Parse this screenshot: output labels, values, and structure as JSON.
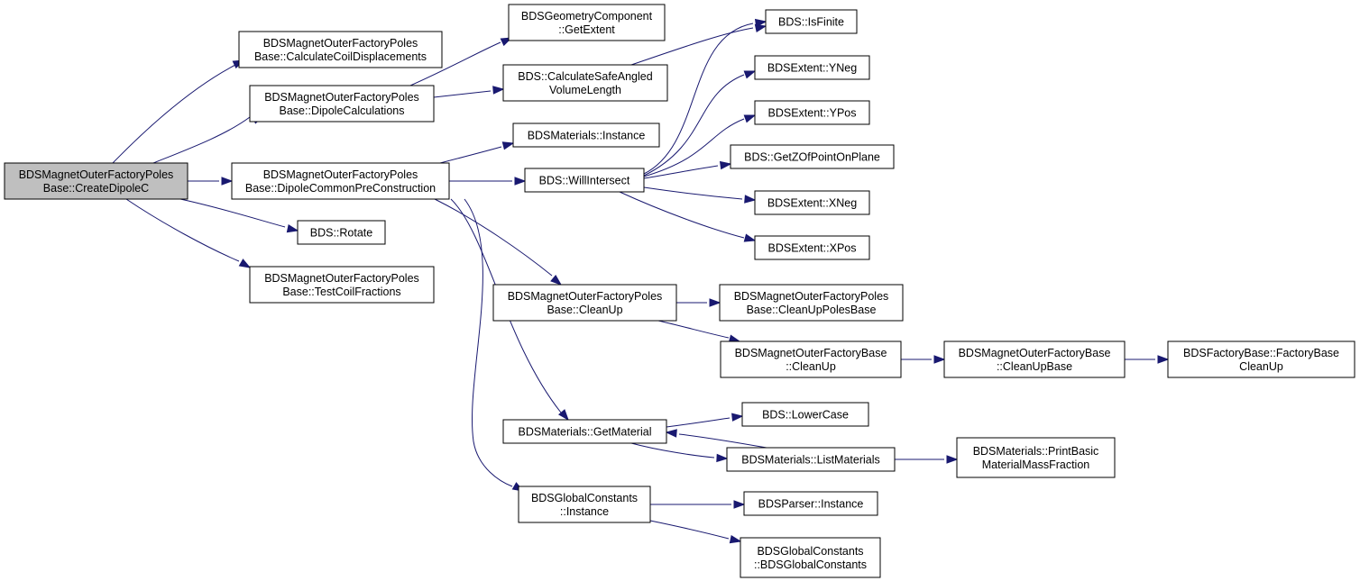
{
  "graph": {
    "colors": {
      "edge": "#191970",
      "node_fill": "#ffffff",
      "root_fill": "#bfbfbf",
      "border": "#000000"
    },
    "nodes": [
      {
        "id": "createDipoleC",
        "lines": [
          "BDSMagnetOuterFactoryPoles",
          "Base::CreateDipoleC"
        ],
        "root": true
      },
      {
        "id": "calcCoilDisp",
        "lines": [
          "BDSMagnetOuterFactoryPoles",
          "Base::CalculateCoilDisplacements"
        ]
      },
      {
        "id": "dipoleCalc",
        "lines": [
          "BDSMagnetOuterFactoryPoles",
          "Base::DipoleCalculations"
        ]
      },
      {
        "id": "dipoleCommonPre",
        "lines": [
          "BDSMagnetOuterFactoryPoles",
          "Base::DipoleCommonPreConstruction"
        ]
      },
      {
        "id": "rotate",
        "lines": [
          "BDS::Rotate"
        ]
      },
      {
        "id": "testCoilFrac",
        "lines": [
          "BDSMagnetOuterFactoryPoles",
          "Base::TestCoilFractions"
        ]
      },
      {
        "id": "geomGetExtent",
        "lines": [
          "BDSGeometryComponent",
          "::GetExtent"
        ]
      },
      {
        "id": "calcSafeAngled",
        "lines": [
          "BDS::CalculateSafeAngled",
          "VolumeLength"
        ]
      },
      {
        "id": "matInstance",
        "lines": [
          "BDSMaterials::Instance"
        ]
      },
      {
        "id": "willIntersect",
        "lines": [
          "BDS::WillIntersect"
        ]
      },
      {
        "id": "cleanUp",
        "lines": [
          "BDSMagnetOuterFactoryPoles",
          "Base::CleanUp"
        ]
      },
      {
        "id": "getMaterial",
        "lines": [
          "BDSMaterials::GetMaterial"
        ]
      },
      {
        "id": "gcInstance",
        "lines": [
          "BDSGlobalConstants",
          "::Instance"
        ]
      },
      {
        "id": "isFinite",
        "lines": [
          "BDS::IsFinite"
        ]
      },
      {
        "id": "yNeg",
        "lines": [
          "BDSExtent::YNeg"
        ]
      },
      {
        "id": "yPos",
        "lines": [
          "BDSExtent::YPos"
        ]
      },
      {
        "id": "getZOfPoint",
        "lines": [
          "BDS::GetZOfPointOnPlane"
        ]
      },
      {
        "id": "xNeg",
        "lines": [
          "BDSExtent::XNeg"
        ]
      },
      {
        "id": "xPos",
        "lines": [
          "BDSExtent::XPos"
        ]
      },
      {
        "id": "cleanUpPolesBase",
        "lines": [
          "BDSMagnetOuterFactoryPoles",
          "Base::CleanUpPolesBase"
        ]
      },
      {
        "id": "mofbCleanUp",
        "lines": [
          "BDSMagnetOuterFactoryBase",
          "::CleanUp"
        ]
      },
      {
        "id": "mofbCleanUpBase",
        "lines": [
          "BDSMagnetOuterFactoryBase",
          "::CleanUpBase"
        ]
      },
      {
        "id": "factoryBaseCleanUp",
        "lines": [
          "BDSFactoryBase::FactoryBase",
          "CleanUp"
        ]
      },
      {
        "id": "lowerCase",
        "lines": [
          "BDS::LowerCase"
        ]
      },
      {
        "id": "listMaterials",
        "lines": [
          "BDSMaterials::ListMaterials"
        ]
      },
      {
        "id": "printBasic",
        "lines": [
          "BDSMaterials::PrintBasic",
          "MaterialMassFraction"
        ]
      },
      {
        "id": "parserInstance",
        "lines": [
          "BDSParser::Instance"
        ]
      },
      {
        "id": "gcCtor",
        "lines": [
          "BDSGlobalConstants",
          "::BDSGlobalConstants"
        ]
      }
    ],
    "edges": [
      [
        "createDipoleC",
        "calcCoilDisp"
      ],
      [
        "createDipoleC",
        "dipoleCalc"
      ],
      [
        "createDipoleC",
        "dipoleCommonPre"
      ],
      [
        "createDipoleC",
        "rotate"
      ],
      [
        "createDipoleC",
        "testCoilFrac"
      ],
      [
        "dipoleCalc",
        "geomGetExtent"
      ],
      [
        "dipoleCalc",
        "calcSafeAngled"
      ],
      [
        "calcSafeAngled",
        "isFinite"
      ],
      [
        "dipoleCommonPre",
        "matInstance"
      ],
      [
        "dipoleCommonPre",
        "willIntersect"
      ],
      [
        "dipoleCommonPre",
        "cleanUp"
      ],
      [
        "dipoleCommonPre",
        "getMaterial"
      ],
      [
        "dipoleCommonPre",
        "gcInstance"
      ],
      [
        "willIntersect",
        "isFinite"
      ],
      [
        "willIntersect",
        "yNeg"
      ],
      [
        "willIntersect",
        "yPos"
      ],
      [
        "willIntersect",
        "getZOfPoint"
      ],
      [
        "willIntersect",
        "xNeg"
      ],
      [
        "willIntersect",
        "xPos"
      ],
      [
        "cleanUp",
        "cleanUpPolesBase"
      ],
      [
        "cleanUp",
        "mofbCleanUp"
      ],
      [
        "mofbCleanUp",
        "mofbCleanUpBase"
      ],
      [
        "mofbCleanUpBase",
        "factoryBaseCleanUp"
      ],
      [
        "getMaterial",
        "lowerCase"
      ],
      [
        "getMaterial",
        "listMaterials"
      ],
      [
        "listMaterials",
        "getMaterial"
      ],
      [
        "listMaterials",
        "printBasic"
      ],
      [
        "gcInstance",
        "parserInstance"
      ],
      [
        "gcInstance",
        "gcCtor"
      ]
    ]
  }
}
